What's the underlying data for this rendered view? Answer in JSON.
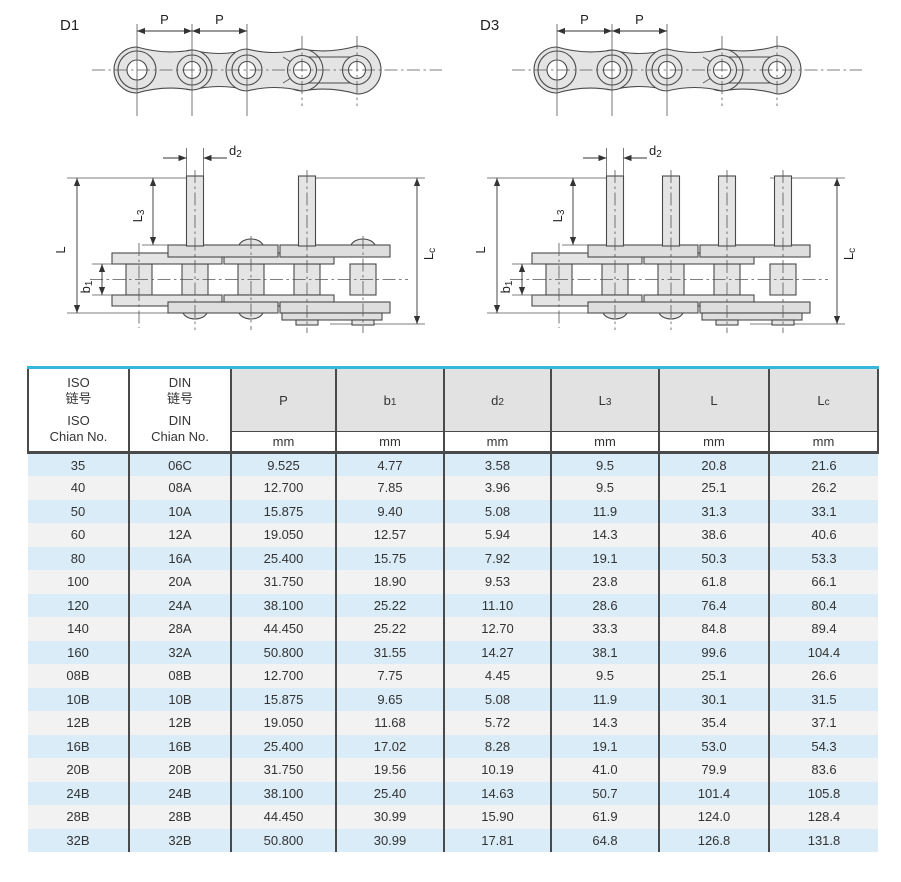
{
  "figures": {
    "top_labels": {
      "d1": "D1",
      "d3": "D3",
      "pitch": "P"
    },
    "side_dims": {
      "d2_base": "d",
      "d2_sub": "2",
      "l3_base": "L",
      "l3_sub": "3",
      "l_label": "L",
      "b1_base": "b",
      "b1_sub": "1",
      "lc_base": "L",
      "lc_sub": "c"
    }
  },
  "table": {
    "header": {
      "iso_cn": "ISO\n链号",
      "iso_en": "ISO\nChian No.",
      "din_cn": "DIN\n链号",
      "din_en": "DIN\nChian No.",
      "cols": [
        {
          "base": "P",
          "sub": ""
        },
        {
          "base": "b",
          "sub": "1"
        },
        {
          "base": "d",
          "sub": "2"
        },
        {
          "base": "L",
          "sub": "3"
        },
        {
          "base": "L",
          "sub": ""
        },
        {
          "base": "L",
          "sub": "c"
        }
      ],
      "unit": "mm"
    },
    "rows": [
      [
        "35",
        "06C",
        "9.525",
        "4.77",
        "3.58",
        "9.5",
        "20.8",
        "21.6"
      ],
      [
        "40",
        "08A",
        "12.700",
        "7.85",
        "3.96",
        "9.5",
        "25.1",
        "26.2"
      ],
      [
        "50",
        "10A",
        "15.875",
        "9.40",
        "5.08",
        "11.9",
        "31.3",
        "33.1"
      ],
      [
        "60",
        "12A",
        "19.050",
        "12.57",
        "5.94",
        "14.3",
        "38.6",
        "40.6"
      ],
      [
        "80",
        "16A",
        "25.400",
        "15.75",
        "7.92",
        "19.1",
        "50.3",
        "53.3"
      ],
      [
        "100",
        "20A",
        "31.750",
        "18.90",
        "9.53",
        "23.8",
        "61.8",
        "66.1"
      ],
      [
        "120",
        "24A",
        "38.100",
        "25.22",
        "11.10",
        "28.6",
        "76.4",
        "80.4"
      ],
      [
        "140",
        "28A",
        "44.450",
        "25.22",
        "12.70",
        "33.3",
        "84.8",
        "89.4"
      ],
      [
        "160",
        "32A",
        "50.800",
        "31.55",
        "14.27",
        "38.1",
        "99.6",
        "104.4"
      ],
      [
        "08B",
        "08B",
        "12.700",
        "7.75",
        "4.45",
        "9.5",
        "25.1",
        "26.6"
      ],
      [
        "10B",
        "10B",
        "15.875",
        "9.65",
        "5.08",
        "11.9",
        "30.1",
        "31.5"
      ],
      [
        "12B",
        "12B",
        "19.050",
        "11.68",
        "5.72",
        "14.3",
        "35.4",
        "37.1"
      ],
      [
        "16B",
        "16B",
        "25.400",
        "17.02",
        "8.28",
        "19.1",
        "53.0",
        "54.3"
      ],
      [
        "20B",
        "20B",
        "31.750",
        "19.56",
        "10.19",
        "41.0",
        "79.9",
        "83.6"
      ],
      [
        "24B",
        "24B",
        "38.100",
        "25.40",
        "14.63",
        "50.7",
        "101.4",
        "105.8"
      ],
      [
        "28B",
        "28B",
        "44.450",
        "30.99",
        "15.90",
        "61.9",
        "124.0",
        "128.4"
      ],
      [
        "32B",
        "32B",
        "50.800",
        "30.99",
        "17.81",
        "64.8",
        "126.8",
        "131.8"
      ]
    ]
  },
  "colors": {
    "table_accent": "#35b8d9",
    "row_alt_blue": "#d9ecf7",
    "row_alt_gray": "#f2f2f2",
    "header_fill": "#e2e2e2",
    "border_dark": "#4a4a4a",
    "drawing_fill": "#e4e4e4",
    "drawing_stroke": "#4a4a4a"
  }
}
